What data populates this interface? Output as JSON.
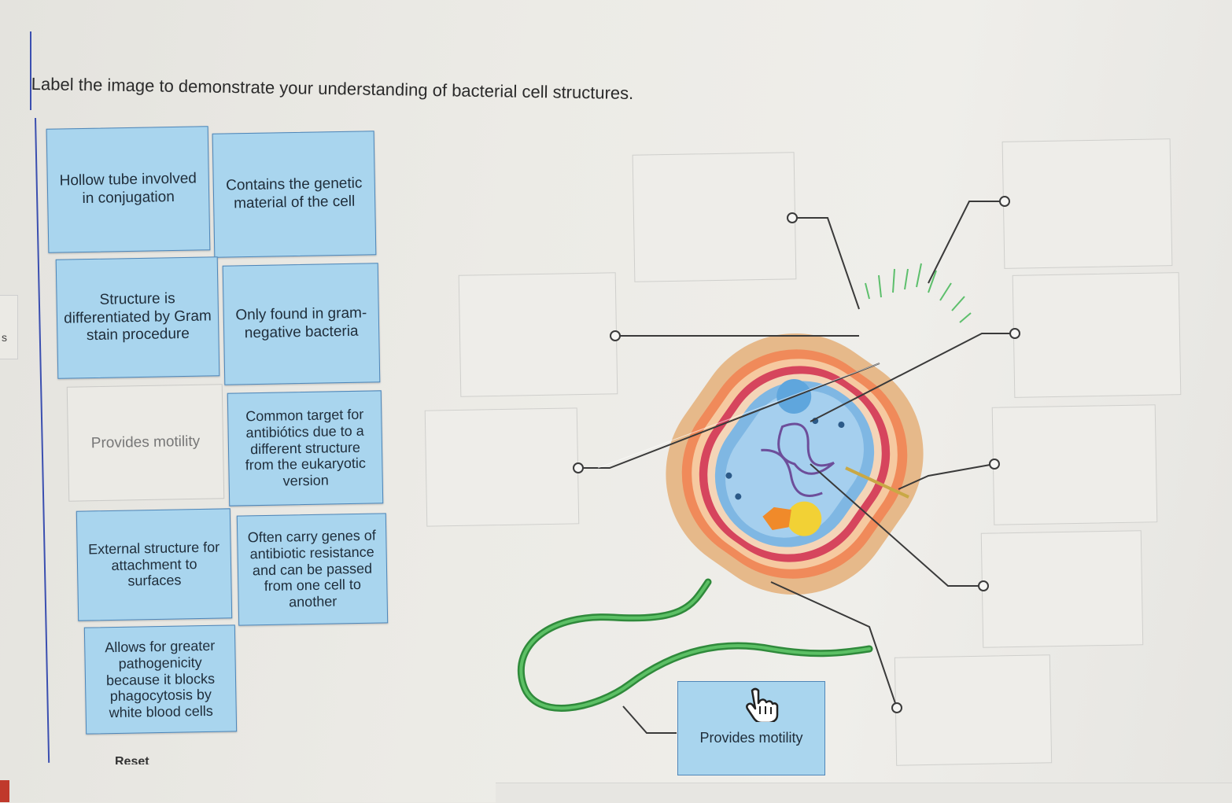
{
  "instruction": "Label the image to demonstrate your understanding of bacterial cell structures.",
  "edge_label": "s",
  "label_bank": [
    {
      "text": "Hollow tube involved in conjugation"
    },
    {
      "text": "Contains the genetic material of the cell"
    },
    {
      "text": "Structure is differentiated by Gram stain procedure"
    },
    {
      "text": "Only found in gram-negative bacteria"
    },
    {
      "text": "Provides motility",
      "state": "empty"
    },
    {
      "text": "Common target for antibiótics due to a different structure from the eukaryotic version"
    },
    {
      "text": "External structure for attachment to surfaces"
    },
    {
      "text": "Often carry genes of antibiotic resistance and can be passed from one cell to another"
    },
    {
      "text": "Allows for greater pathogenicity because it blocks phagocytosis by white blood cells"
    }
  ],
  "placed_label": "Provides motility",
  "reset_label": "Reset",
  "colors": {
    "card": "#a9d5ee",
    "card_border": "#4f86b8",
    "flagellum": "#3fa34d"
  }
}
